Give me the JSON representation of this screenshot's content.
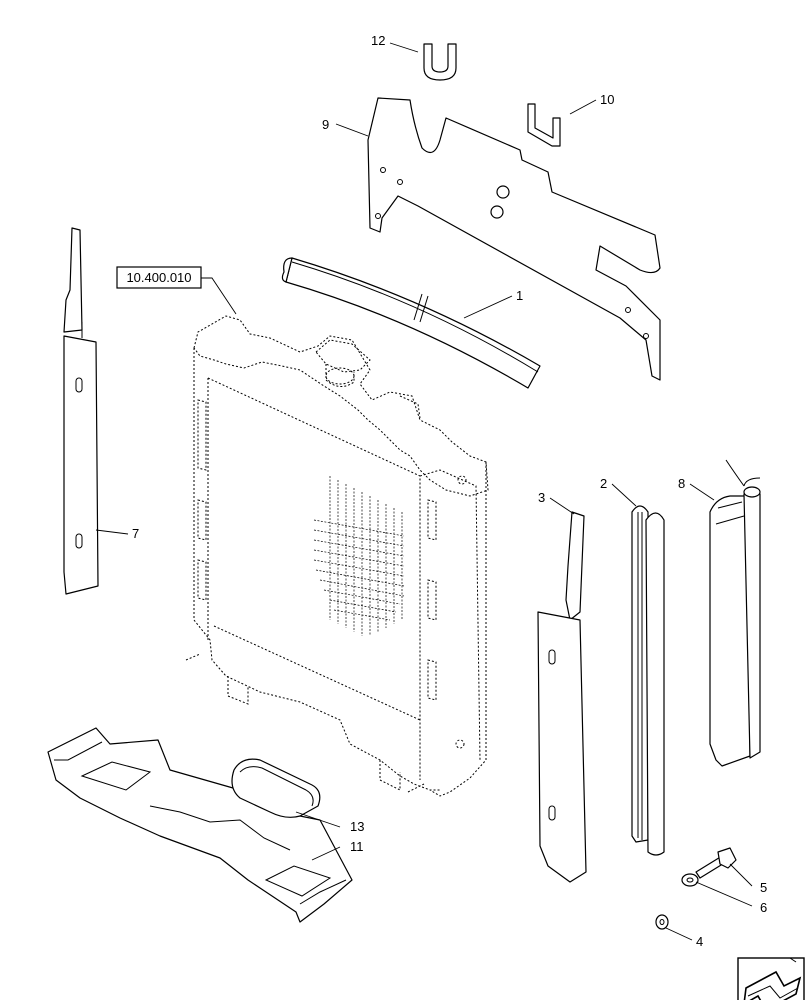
{
  "reference_label": "10.400.010",
  "callouts": {
    "c1": "1",
    "c2": "2",
    "c3": "3",
    "c4": "4",
    "c5": "5",
    "c6": "6",
    "c7": "7",
    "c8": "8",
    "c9": "9",
    "c10": "10",
    "c11": "11",
    "c12": "12",
    "c13": "13"
  },
  "nav_icon": "arrow-down-left-icon",
  "colors": {
    "line": "#000000",
    "background": "#ffffff"
  }
}
